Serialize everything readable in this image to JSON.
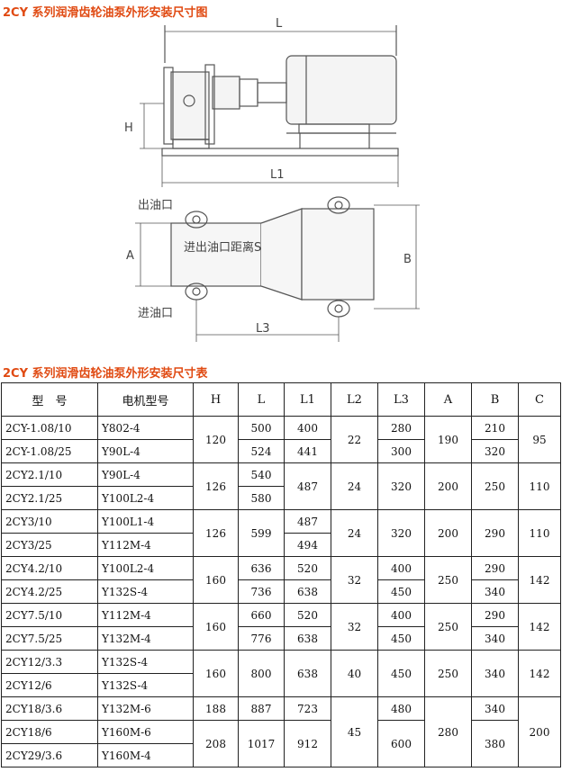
{
  "drawing": {
    "title": "2CY 系列润滑齿轮油泵外形安装尺寸图",
    "labels": {
      "L": "L",
      "L1": "L1",
      "H": "H",
      "outlet": "出油口",
      "inlet": "进油口",
      "distance": "进出油口距离S",
      "A": "A",
      "B": "B",
      "L3": "L3"
    }
  },
  "table": {
    "title": "2CY 系列润滑齿轮油泵外形安装尺寸表",
    "headers": [
      "型　号",
      "电机型号",
      "H",
      "L",
      "L1",
      "L2",
      "L3",
      "A",
      "B",
      "C"
    ],
    "rows": [
      {
        "model": "2CY-1.08/10",
        "motor": "Y802-4",
        "L": "500",
        "L1": "400",
        "L3": "280",
        "B": "210"
      },
      {
        "model": "2CY-1.08/25",
        "motor": "Y90L-4",
        "L": "524",
        "L1": "441",
        "L3": "300",
        "B": "320"
      },
      {
        "model": "2CY2.1/10",
        "motor": "Y90L-4",
        "L": "540"
      },
      {
        "model": "2CY2.1/25",
        "motor": "Y100L2-4",
        "L": "580"
      },
      {
        "model": "2CY3/10",
        "motor": "Y100L1-4",
        "L1": "487"
      },
      {
        "model": "2CY3/25",
        "motor": "Y112M-4",
        "L1": "494"
      },
      {
        "model": "2CY4.2/10",
        "motor": "Y100L2-4",
        "L": "636",
        "L1": "520",
        "L3": "400",
        "B": "290"
      },
      {
        "model": "2CY4.2/25",
        "motor": "Y132S-4",
        "L": "736",
        "L1": "638",
        "L3": "450",
        "B": "340"
      },
      {
        "model": "2CY7.5/10",
        "motor": "Y112M-4",
        "L": "660",
        "L1": "520",
        "L3": "400",
        "B": "290"
      },
      {
        "model": "2CY7.5/25",
        "motor": "Y132M-4",
        "L": "776",
        "L1": "638",
        "L3": "450",
        "B": "340"
      },
      {
        "model": "2CY12/3.3",
        "motor": "Y132S-4"
      },
      {
        "model": "2CY12/6",
        "motor": "Y132S-4"
      },
      {
        "model": "2CY18/3.6",
        "motor": "Y132M-6",
        "H": "188",
        "L": "887",
        "L1": "723",
        "L3": "480",
        "B": "340"
      },
      {
        "model": "2CY18/6",
        "motor": "Y160M-6",
        "L3": "600",
        "B": "380"
      },
      {
        "model": "2CY29/3.6",
        "motor": "Y160M-4"
      }
    ],
    "merged": {
      "g1": {
        "H": "120",
        "L2": "22",
        "A": "190",
        "C": "95"
      },
      "g2": {
        "H": "126",
        "L1": "487",
        "L2": "24",
        "L3": "320",
        "A": "200",
        "B": "250",
        "C": "110"
      },
      "g3": {
        "H": "126",
        "L": "599",
        "L2": "24",
        "L3": "320",
        "A": "200",
        "B": "290",
        "C": "110"
      },
      "g4": {
        "H": "160",
        "L2": "32",
        "A": "250",
        "C": "142"
      },
      "g5": {
        "H": "160",
        "L2": "32",
        "A": "250",
        "C": "142"
      },
      "g6": {
        "H": "160",
        "L": "800",
        "L1": "638",
        "L2": "40",
        "L3": "450",
        "A": "250",
        "B": "340",
        "C": "142"
      },
      "g7": {
        "H": "208",
        "L": "1017",
        "L1": "912",
        "L2": "45",
        "A": "280",
        "C": "200"
      }
    }
  }
}
